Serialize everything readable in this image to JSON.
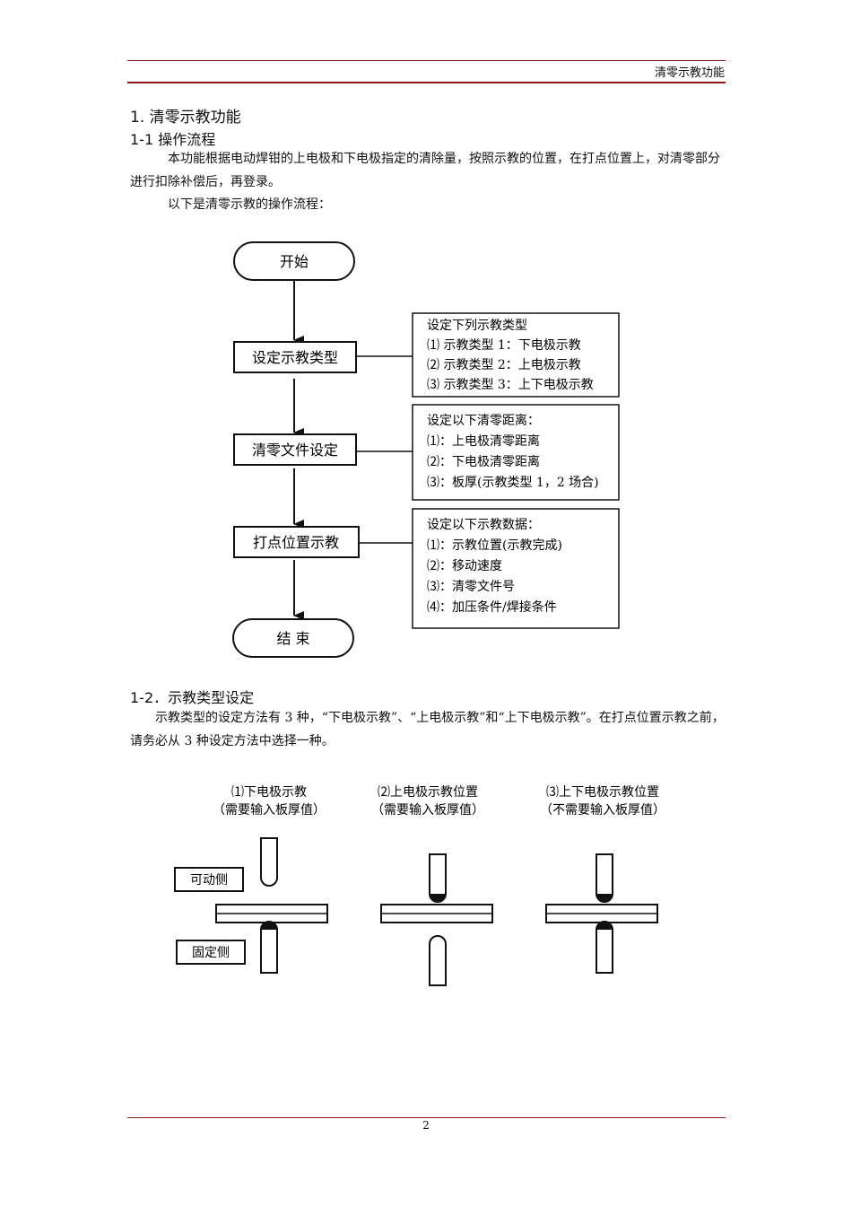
{
  "header": {
    "title": "清零示教功能"
  },
  "section1": {
    "heading": "1.   清零示教功能",
    "sub_heading": "1-1 操作流程",
    "para1": "本功能根据电动焊钳的上电极和下电极指定的清除量，按照示教的位置，在打点位置上，对清零部分进行扣除补偿后，再登录。",
    "para2": "以下是清零示教的操作流程："
  },
  "flowchart": {
    "start": "开始",
    "step1": "设定示教类型",
    "step2": "清零文件设定",
    "step3": "打点位置示教",
    "end": "结 束",
    "box1": {
      "title": "设定下列示教类型",
      "lines": [
        "⑴ 示教类型 1：下电极示教",
        "⑵ 示教类型 2：上电极示教",
        "⑶ 示教类型 3：上下电极示教"
      ]
    },
    "box2": {
      "title": "设定以下清零距离：",
      "lines": [
        "⑴：上电极清零距离",
        "⑵：下电极清零距离",
        "⑶：板厚(示教类型 1，2 场合)"
      ]
    },
    "box3": {
      "title": "设定以下示教数据：",
      "lines": [
        "⑴：示教位置(示教完成)",
        "⑵：移动速度",
        "⑶：清零文件号",
        "⑷：加压条件/焊接条件"
      ]
    }
  },
  "section2": {
    "heading": "1-2．示教类型设定",
    "para": "示教类型的设定方法有 3 种，“下电极示教”、“上电极示教”和“上下电极示教”。在打点位置示教之前，请务必从 3 种设定方法中选择一种。"
  },
  "diagram": {
    "labels": [
      {
        "title": "⑴下电极示教",
        "note": "（需要输入板厚值）"
      },
      {
        "title": "⑵上电极示教位置",
        "note": "（需要输入板厚值）"
      },
      {
        "title": "⑶上下电极示教位置",
        "note": "（不需要输入板厚值）"
      }
    ],
    "movable_side": "可动侧",
    "fixed_side": "固定侧"
  },
  "footer": {
    "page_number": "2"
  },
  "colors": {
    "rule": "#8b1a1a"
  }
}
